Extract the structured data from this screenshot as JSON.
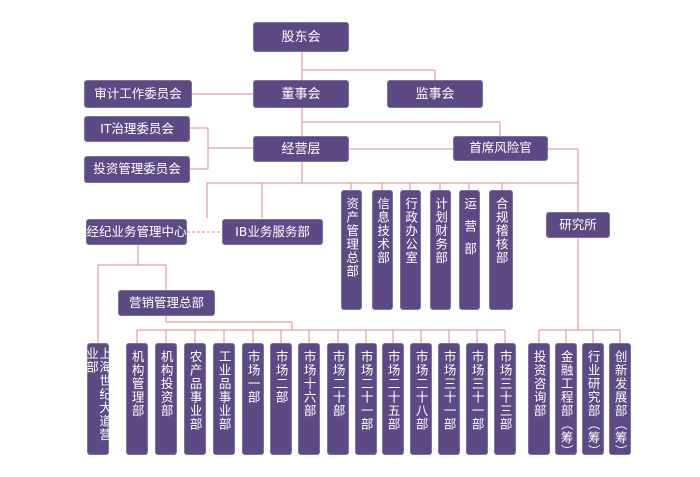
{
  "top": {
    "shareholders": "股东会",
    "board": "董事会",
    "supervisors": "监事会",
    "audit": "审计工作委员会",
    "it_gov": "IT治理委员会",
    "invest_comm": "投资管理委员会",
    "management": "经营层",
    "cro": "首席风险官"
  },
  "middle": {
    "brokerage": "经纪业务管理中心",
    "ib": "IB业务服务部",
    "research": "研究所",
    "marketing": "营销管理总部"
  },
  "departments": [
    "资产管理总部",
    "信息技术部",
    "行政办公室",
    "计划财务部",
    "运营部",
    "合规稽核部"
  ],
  "branch": "上海世纪大道营业部",
  "marketing_units": [
    "机构管理部",
    "机构投资部",
    "农产品事业部",
    "工业品事业部",
    "市场一部",
    "市场二部",
    "市场十六部",
    "市场二十部",
    "市场二十一部",
    "市场二十五部",
    "市场二十八部",
    "市场三十一部",
    "市场三十三部"
  ],
  "research_units": [
    "投资咨询部",
    "金融工程部（筹）",
    "行业研究部（筹）",
    "创新发展部（筹）"
  ],
  "colors": {
    "box_fill": "#5d4a85",
    "box_border": "#7f70a6",
    "line": "#d98c8c",
    "text": "#ffffff"
  }
}
